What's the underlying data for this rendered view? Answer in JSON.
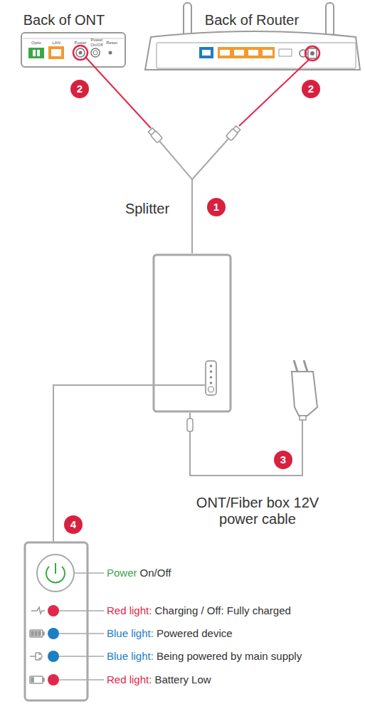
{
  "diagram": {
    "labels": [
      "Back of ONT",
      "Back of Router",
      "Optic",
      "LAN",
      "Power",
      "Power On/Off",
      "Reset",
      "2",
      "2",
      "Splitter",
      "1",
      "3",
      "ONT/Fiber box 12V power cable",
      "4",
      "Power",
      "On/Off",
      "Charging / Off: Fully charged",
      "Powered device",
      "Being powered by main supply",
      "Battery Low"
    ],
    "legend": [
      {
        "text": "Red light:",
        "color": "#e0294a"
      },
      {
        "text": "Blue light:",
        "color": "#1d7ec2"
      },
      {
        "text": "Blue light:",
        "color": "#1d7ec2"
      },
      {
        "text": "Red light:",
        "color": "#e0294a"
      }
    ]
  }
}
